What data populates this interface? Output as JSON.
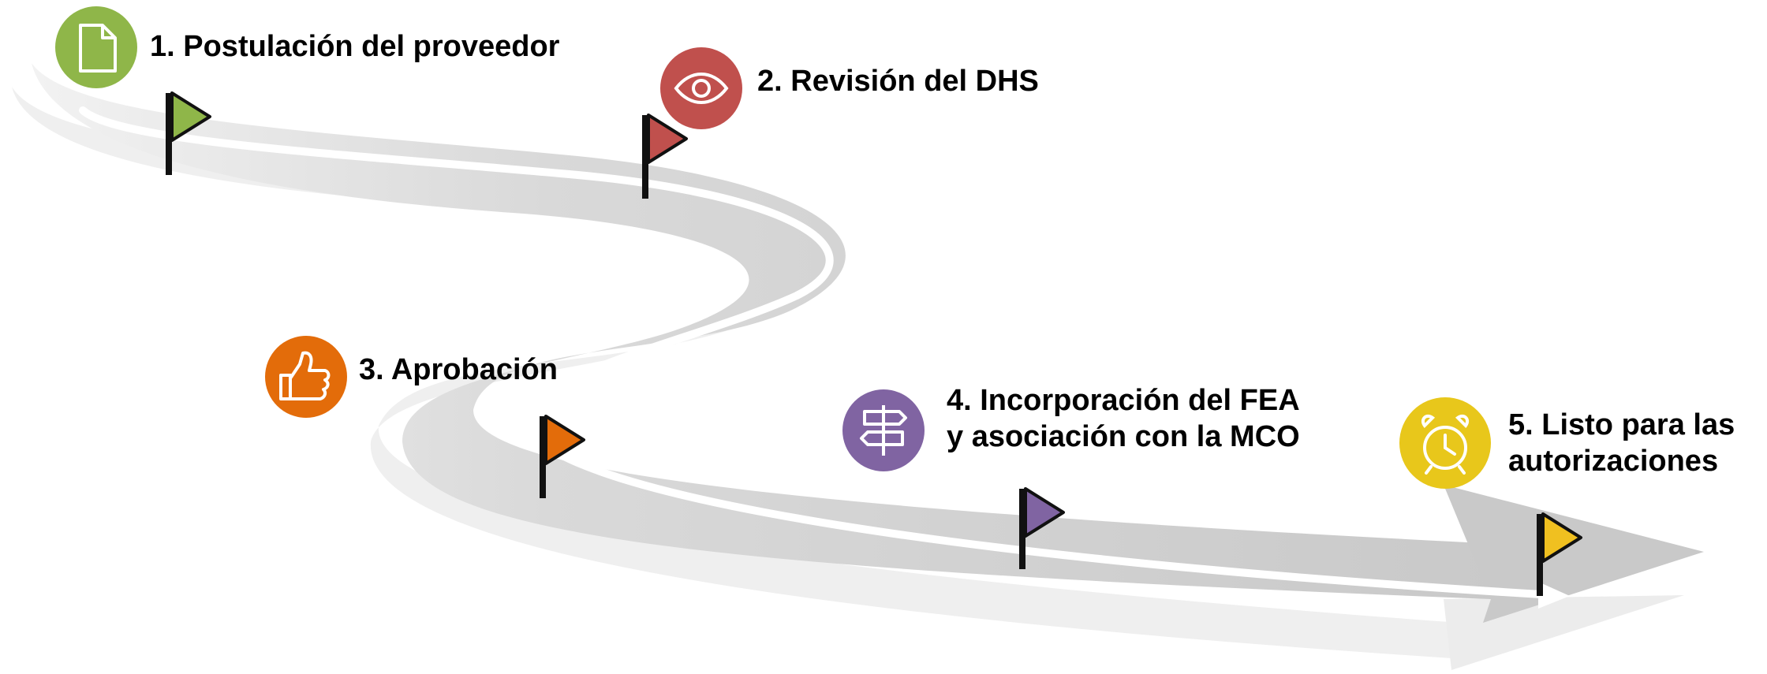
{
  "steps": [
    {
      "number": 1,
      "line1": "1. Postulación del proveedor",
      "line2": "",
      "icon": "document-icon",
      "color": "#8fb649",
      "flag_color": "#8fb649"
    },
    {
      "number": 2,
      "line1": "2. Revisión del DHS",
      "line2": "",
      "icon": "eye-icon",
      "color": "#c0504d",
      "flag_color": "#c0504d"
    },
    {
      "number": 3,
      "line1": "3. Aprobación",
      "line2": "",
      "icon": "thumbs-up-icon",
      "color": "#e36c0a",
      "flag_color": "#e36c0a"
    },
    {
      "number": 4,
      "line1": "4. Incorporación del FEA",
      "line2": "y asociación con la MCO",
      "icon": "signpost-icon",
      "color": "#8064a2",
      "flag_color": "#8064a2"
    },
    {
      "number": 5,
      "line1": "5. Listo para las",
      "line2": "autorizaciones",
      "icon": "alarm-clock-icon",
      "color": "#e8c71b",
      "flag_color": "#f0c020"
    }
  ],
  "colors": {
    "road": "#d4d4d4",
    "road_shadow": "#ececec",
    "road_line": "#ffffff",
    "flag_pole": "#111111"
  }
}
